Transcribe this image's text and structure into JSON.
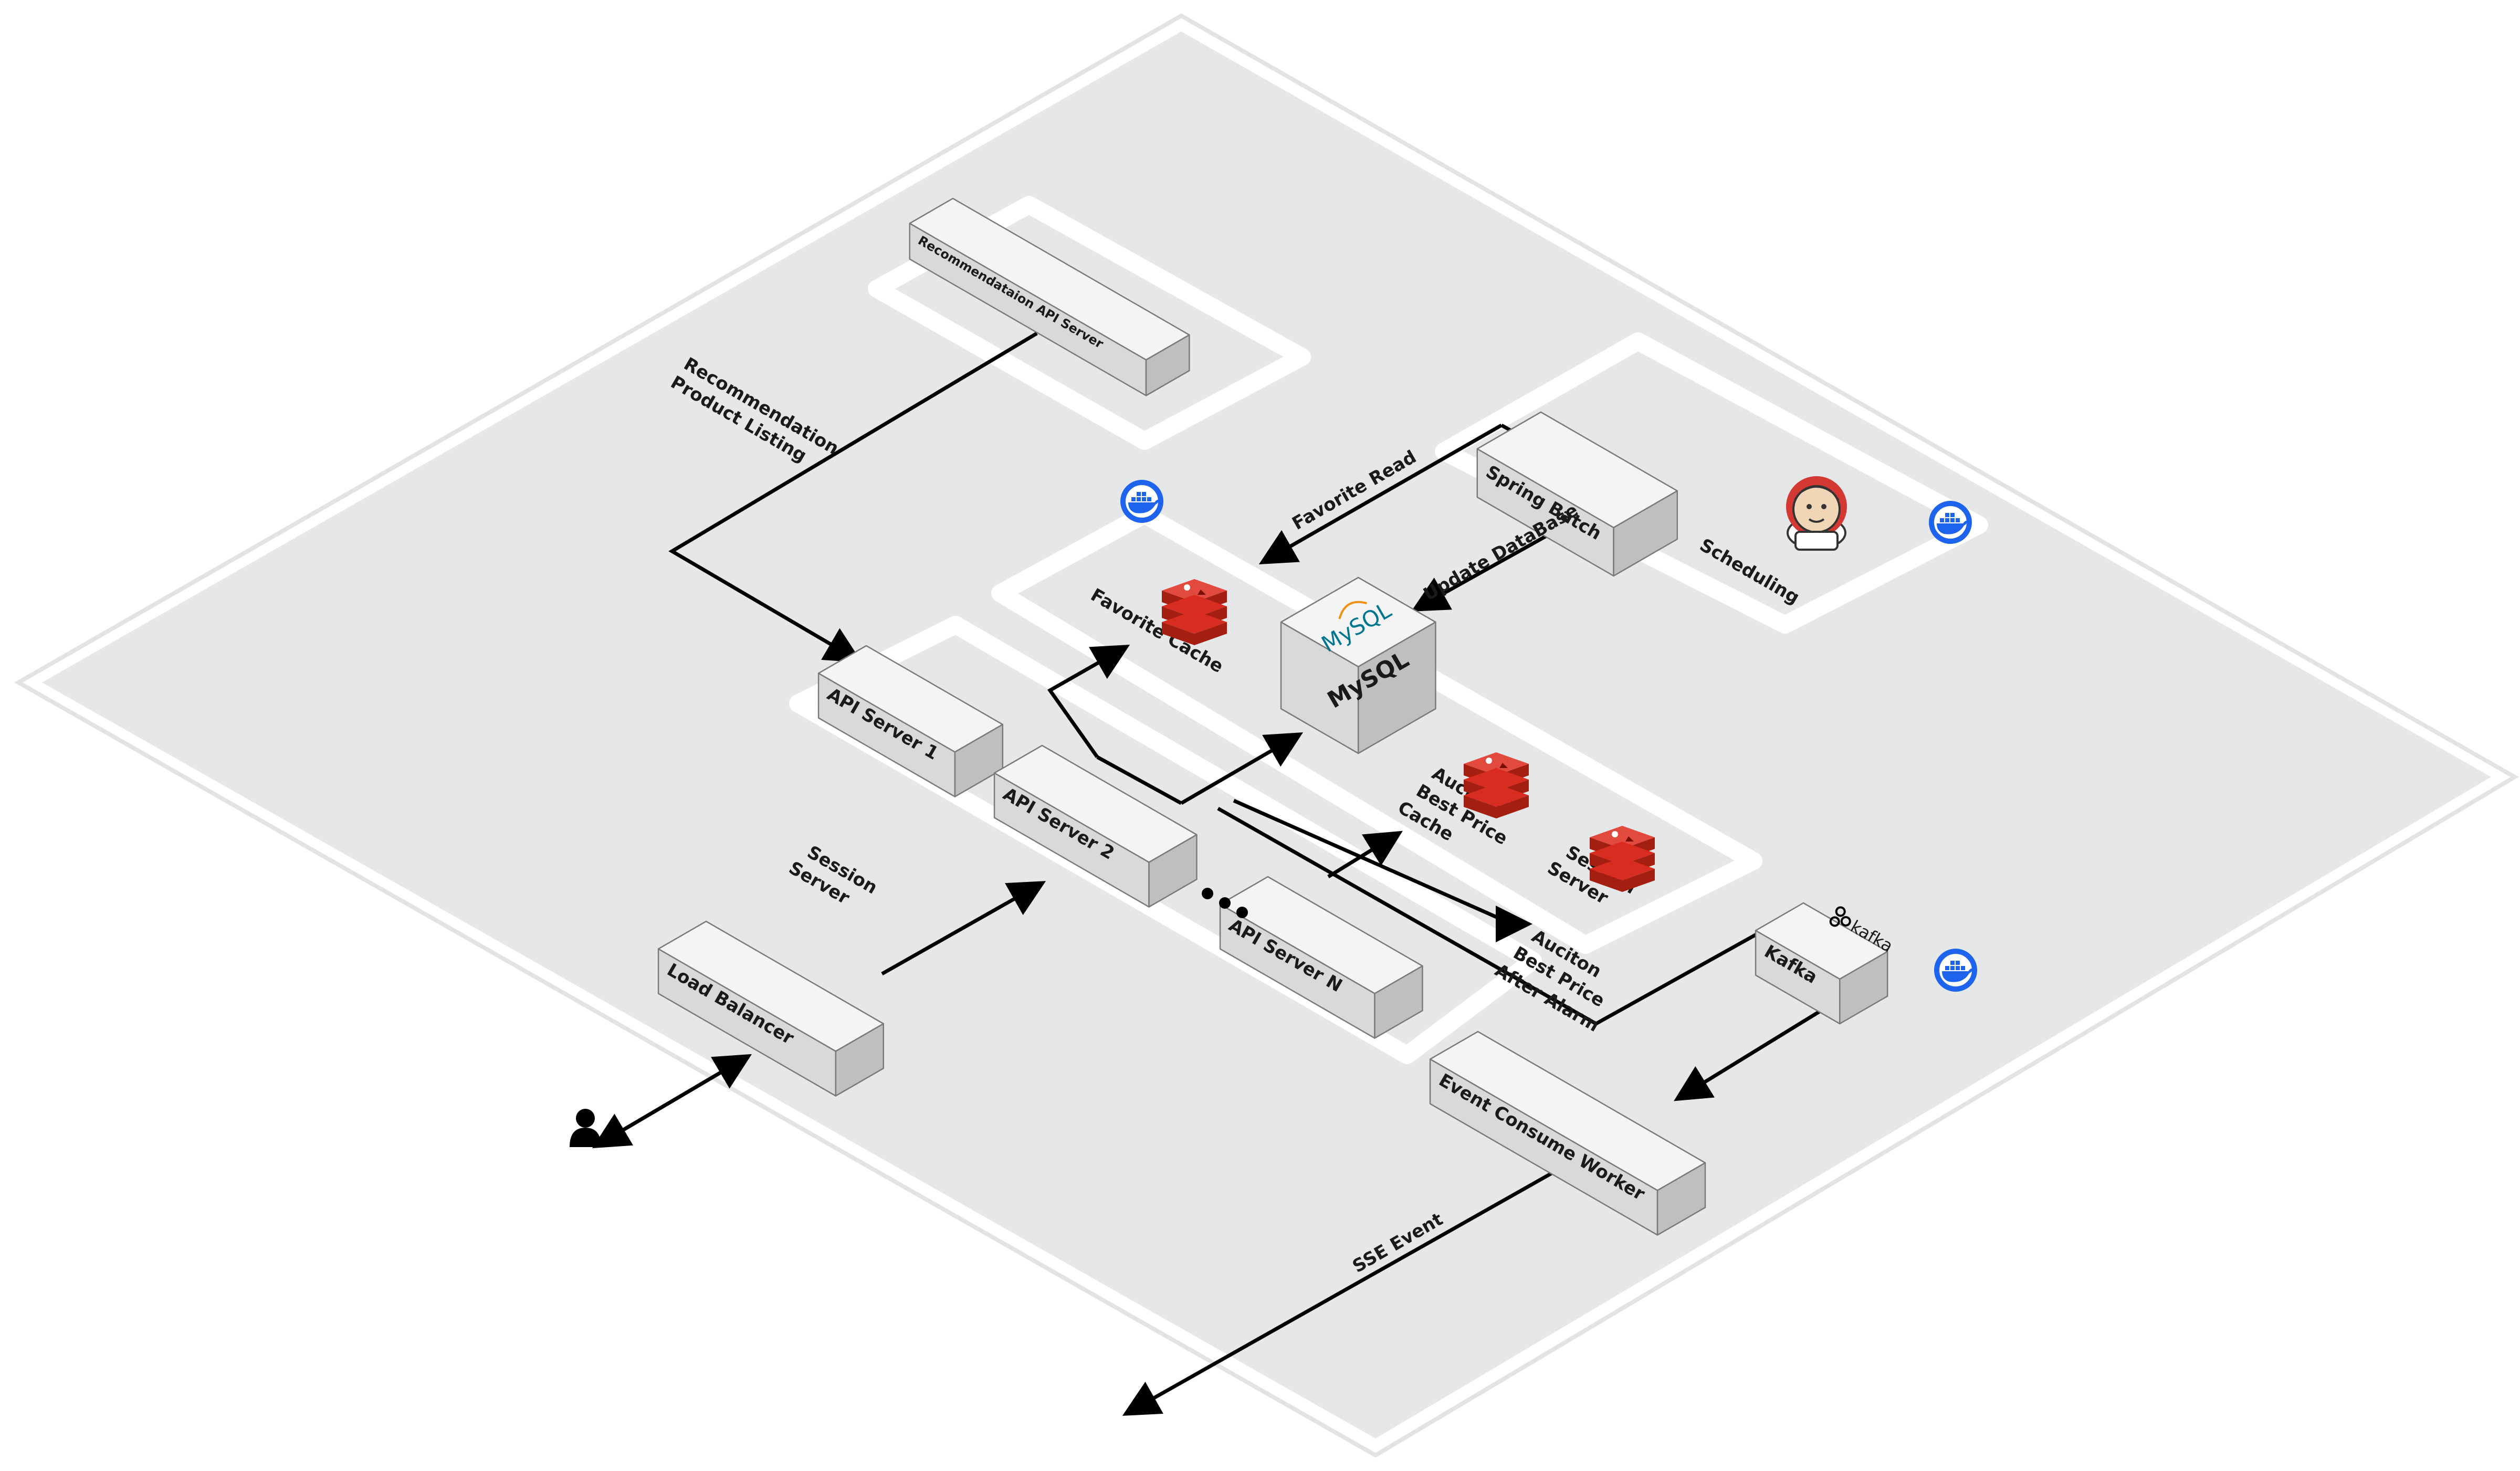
{
  "servers": {
    "recommendation_api": "Recommendataion API Server",
    "spring_batch": "Spring Batch",
    "api_server_1": "API Server 1",
    "api_server_2": "API Server 2",
    "api_server_n": "API Server N",
    "load_balancer": "Load Balancer",
    "event_consume_worker": "Event Consume Worker",
    "kafka": "Kafka",
    "mysql": "MySQL"
  },
  "logos": {
    "mysql_logo_text": "MySQL",
    "kafka_logo_text": "kafka"
  },
  "labels": {
    "recommendation_line1": "Recommendation",
    "recommendation_line2": "Product Listing",
    "favorite_read": "Favorite Read",
    "update_database": "Update DataBase",
    "scheduling": "Scheduling",
    "favorite_cache": "Favorite Cache",
    "auction_cache_line1": "Auction",
    "auction_cache_line2": "Best Price",
    "auction_cache_line3": "Cache",
    "session_server_right_line1": "Session",
    "session_server_right_line2": "Server",
    "session_server_left_line1": "Session",
    "session_server_left_line2": "Server",
    "alarm_line1": "Auciton",
    "alarm_line2": "Best Price",
    "alarm_line3": "After Alarm",
    "sse_event": "SSE Event"
  },
  "colors": {
    "platform": "#e6e7e8",
    "box_top": "#f4f4f4",
    "box_left": "#d9d9d9",
    "box_right": "#bfbfbf",
    "redis_red": "#d82c20",
    "docker_blue": "#1d63ed",
    "arrow": "#000000"
  },
  "icons": [
    "docker-icon",
    "redis-icon",
    "mysql-icon",
    "kafka-icon",
    "jenkins-icon",
    "user-icon",
    "ellipsis-icon"
  ]
}
